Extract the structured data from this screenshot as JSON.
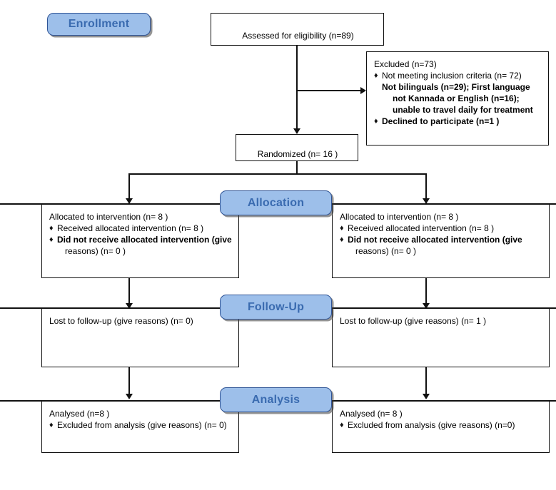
{
  "diagram": {
    "title": "CONSORT participant flow diagram",
    "colors": {
      "banner_fill": "#9DBFEA",
      "banner_border": "#2F5496",
      "banner_text": "#3A6BB0",
      "box_border": "#111111",
      "line": "#111111",
      "background": "#ffffff"
    },
    "bullet_glyph": "♦"
  },
  "stages": {
    "enrollment": "Enrollment",
    "allocation": "Allocation",
    "followup": "Follow-Up",
    "analysis": "Analysis"
  },
  "nodes": {
    "assessed": {
      "text": "Assessed for eligibility (n=89)"
    },
    "excluded": {
      "heading": "Excluded  (n=73)",
      "items": [
        "Not meeting inclusion criteria (n= 72)",
        "Declined to participate (n=1  )"
      ],
      "sub_lines": [
        "Not bilinguals (n=29); First language",
        "not Kannada or English (n=16);",
        "unable to travel daily for treatment"
      ]
    },
    "randomized": {
      "text": "Randomized (n= 16 )"
    },
    "alloc_left": {
      "heading": "Allocated to intervention (n= 8 )",
      "items": [
        "Received allocated intervention (n= 8 )",
        "Did not receive allocated intervention (give"
      ],
      "cont_line": "reasons) (n= 0 )"
    },
    "alloc_right": {
      "heading": "Allocated to intervention (n= 8 )",
      "items": [
        "Received allocated intervention (n= 8 )",
        "Did not receive allocated intervention (give"
      ],
      "cont_line": "reasons) (n= 0 )"
    },
    "followup_left": {
      "text": "Lost to follow-up (give reasons) (n=  0)"
    },
    "followup_right": {
      "text": "Lost to follow-up (give reasons) (n= 1 )"
    },
    "analysis_left": {
      "heading": "Analysed  (n=8  )",
      "item": "Excluded from analysis (give reasons) (n= 0)"
    },
    "analysis_right": {
      "heading": "Analysed  (n= 8 )",
      "item": "Excluded from analysis (give reasons) (n=0)"
    }
  }
}
